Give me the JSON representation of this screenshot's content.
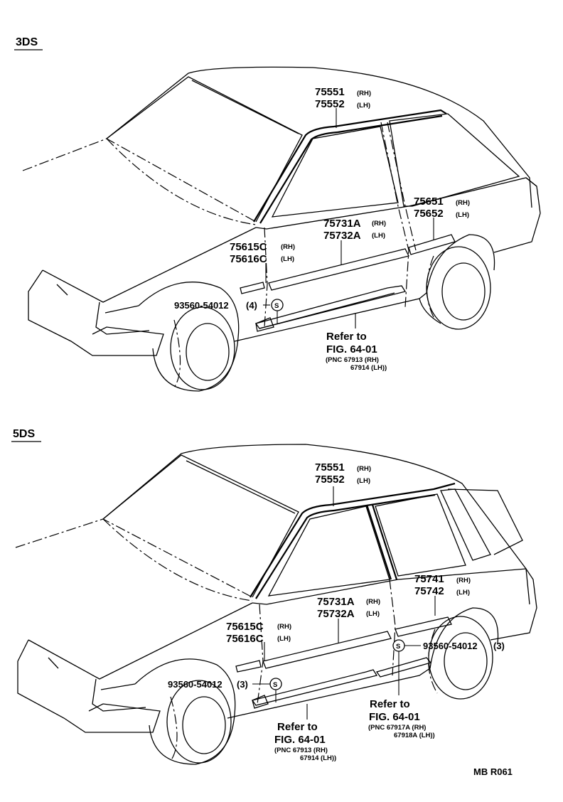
{
  "sections": {
    "three_door": {
      "header": "3DS",
      "roof_molding": {
        "part1": "75551",
        "tag1": "(RH)",
        "part2": "75552",
        "tag2": "(LH)"
      },
      "rear_molding": {
        "part1": "75651",
        "tag1": "(RH)",
        "part2": "75652",
        "tag2": "(LH)"
      },
      "door_molding": {
        "part1": "75731A",
        "tag1": "(RH)",
        "part2": "75732A",
        "tag2": "(LH)"
      },
      "fender_molding": {
        "part1": "75615C",
        "tag1": "(RH)",
        "part2": "75616C",
        "tag2": "(LH)"
      },
      "clip": {
        "part": "93560-54012",
        "qty": "(4)",
        "symbol": "S"
      },
      "refer": {
        "line1": "Refer to",
        "line2": "FIG. 64-01",
        "pnc1": "(PNC 67913 (RH)",
        "pnc2": "67914 (LH))"
      }
    },
    "five_door": {
      "header": "5DS",
      "roof_molding": {
        "part1": "75551",
        "tag1": "(RH)",
        "part2": "75552",
        "tag2": "(LH)"
      },
      "rear_molding": {
        "part1": "75741",
        "tag1": "(RH)",
        "part2": "75742",
        "tag2": "(LH)"
      },
      "door_molding": {
        "part1": "75731A",
        "tag1": "(RH)",
        "part2": "75732A",
        "tag2": "(LH)"
      },
      "fender_molding": {
        "part1": "75615C",
        "tag1": "(RH)",
        "part2": "75616C",
        "tag2": "(LH)"
      },
      "clip_rear": {
        "part": "93560-54012",
        "qty": "(3)",
        "symbol": "S"
      },
      "clip_front": {
        "part": "93560-54012",
        "qty": "(3)",
        "symbol": "S"
      },
      "refer_front": {
        "line1": "Refer to",
        "line2": "FIG. 64-01",
        "pnc1": "(PNC 67913 (RH)",
        "pnc2": "67914 (LH))"
      },
      "refer_rear": {
        "line1": "Refer to",
        "line2": "FIG. 64-01",
        "pnc1": "(PNC 67917A (RH)",
        "pnc2": "67918A (LH))"
      }
    }
  },
  "footer": {
    "code": "MB  R061"
  }
}
